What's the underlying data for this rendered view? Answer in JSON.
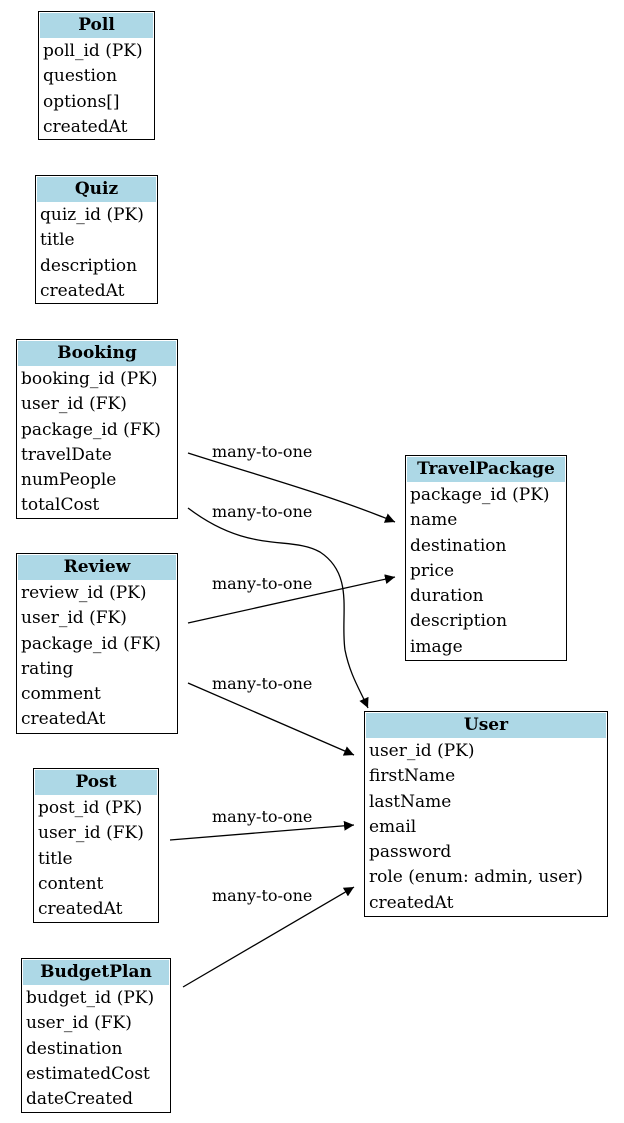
{
  "entities": {
    "poll": {
      "name": "Poll",
      "fields": [
        "poll_id (PK)",
        "question",
        "options[]",
        "createdAt"
      ]
    },
    "quiz": {
      "name": "Quiz",
      "fields": [
        "quiz_id (PK)",
        "title",
        "description",
        "createdAt"
      ]
    },
    "booking": {
      "name": "Booking",
      "fields": [
        "booking_id (PK)",
        "user_id (FK)",
        "package_id (FK)",
        "travelDate",
        "numPeople",
        "totalCost"
      ]
    },
    "review": {
      "name": "Review",
      "fields": [
        "review_id (PK)",
        "user_id (FK)",
        "package_id (FK)",
        "rating",
        "comment",
        "createdAt"
      ]
    },
    "post": {
      "name": "Post",
      "fields": [
        "post_id (PK)",
        "user_id (FK)",
        "title",
        "content",
        "createdAt"
      ]
    },
    "budgetplan": {
      "name": "BudgetPlan",
      "fields": [
        "budget_id (PK)",
        "user_id (FK)",
        "destination",
        "estimatedCost",
        "dateCreated"
      ]
    },
    "travelpackage": {
      "name": "TravelPackage",
      "fields": [
        "package_id (PK)",
        "name",
        "destination",
        "price",
        "duration",
        "description",
        "image"
      ]
    },
    "user": {
      "name": "User",
      "fields": [
        "user_id (PK)",
        "firstName",
        "lastName",
        "email",
        "password",
        "role (enum: admin, user)",
        "createdAt"
      ]
    }
  },
  "relationships": [
    {
      "from": "Booking",
      "to": "TravelPackage",
      "label": "many-to-one"
    },
    {
      "from": "Booking",
      "to": "User",
      "label": "many-to-one"
    },
    {
      "from": "Review",
      "to": "TravelPackage",
      "label": "many-to-one"
    },
    {
      "from": "Review",
      "to": "User",
      "label": "many-to-one"
    },
    {
      "from": "Post",
      "to": "User",
      "label": "many-to-one"
    },
    {
      "from": "BudgetPlan",
      "to": "User",
      "label": "many-to-one"
    }
  ]
}
